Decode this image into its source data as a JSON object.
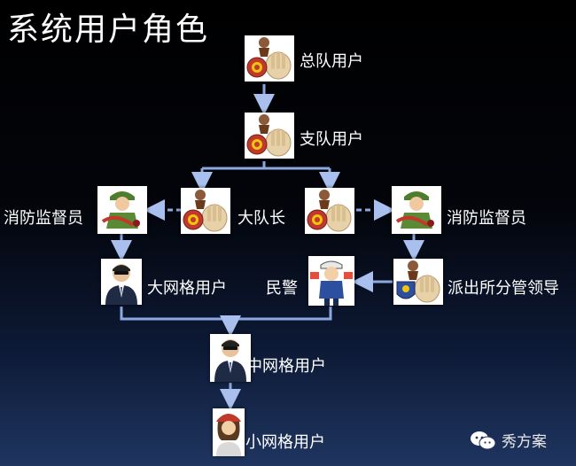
{
  "title": "系统用户角色",
  "nodes": {
    "zongdui": {
      "label": "总队用户",
      "icon": "cardholder-badge-icon"
    },
    "zhidui": {
      "label": "支队用户",
      "icon": "cardholder-badge-icon"
    },
    "dadui": {
      "label": "大队长",
      "icon": "cardholder-badge-icon"
    },
    "supervisor_left": {
      "label": "消防监督员",
      "icon": "firefighter-icon"
    },
    "supervisor_right": {
      "label": "消防监督员",
      "icon": "firefighter-icon"
    },
    "big_grid": {
      "label": "大网格用户",
      "icon": "businessman-icon"
    },
    "police": {
      "label": "民警",
      "icon": "police-officer-icon"
    },
    "station_leader": {
      "label": "派出所分管领导",
      "icon": "cardholder-police-badge-icon"
    },
    "mid_grid": {
      "label": "中网格用户",
      "icon": "businessman-icon"
    },
    "small_grid": {
      "label": "小网格用户",
      "icon": "woman-cap-icon"
    }
  },
  "watermark": {
    "text": "秀方案",
    "icon": "wechat-icon"
  },
  "colors": {
    "connector": "#8ca8e0",
    "connector_glow": "#4f6fb8",
    "background_top": "#000000",
    "background_bottom": "#1f3560"
  }
}
